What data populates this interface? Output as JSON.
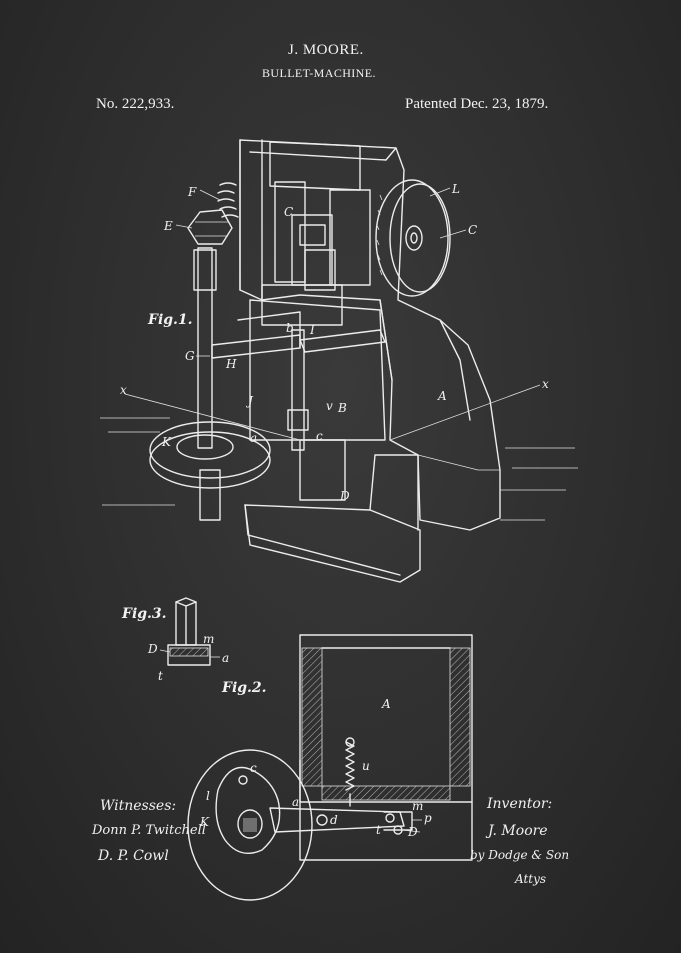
{
  "header": {
    "inventor": "J. MOORE.",
    "title": "BULLET-MACHINE.",
    "patent_number": "No. 222,933.",
    "patent_date": "Patented Dec. 23, 1879."
  },
  "figures": {
    "fig1": "Fig.1.",
    "fig2": "Fig.2.",
    "fig3": "Fig.3."
  },
  "part_labels": {
    "F": "F",
    "C_top": "C",
    "E": "E",
    "L": "L",
    "C_wheel": "C",
    "G": "G",
    "H": "H",
    "b": "b",
    "I": "I",
    "x_left": "x",
    "x_right": "x",
    "A_fig1": "A",
    "J": "J",
    "v": "v",
    "B": "B",
    "K_fig1": "K",
    "a_fig1": "a",
    "c_fig1": "c",
    "D_fig1": "D",
    "m_fig3": "m",
    "D_fig3": "D",
    "a_fig3": "a",
    "t_fig3": "t",
    "A_fig2": "A",
    "u": "u",
    "c_fig2": "c",
    "l": "l",
    "K_fig2": "K",
    "a_fig2": "a",
    "d": "d",
    "m_fig2": "m",
    "p": "p",
    "t_fig2": "t",
    "D_fig2": "D"
  },
  "footer": {
    "witnesses_label": "Witnesses:",
    "inventor_label": "Inventor:",
    "witness_1": "Donn P. Twitchell",
    "witness_2": "D. P. Cowl",
    "inventor_signature": "J. Moore",
    "attorney_1": "by Dodge & Son",
    "attorney_2": "Attys"
  },
  "colors": {
    "background": "#2e2e2e",
    "ink": "#ececec"
  }
}
